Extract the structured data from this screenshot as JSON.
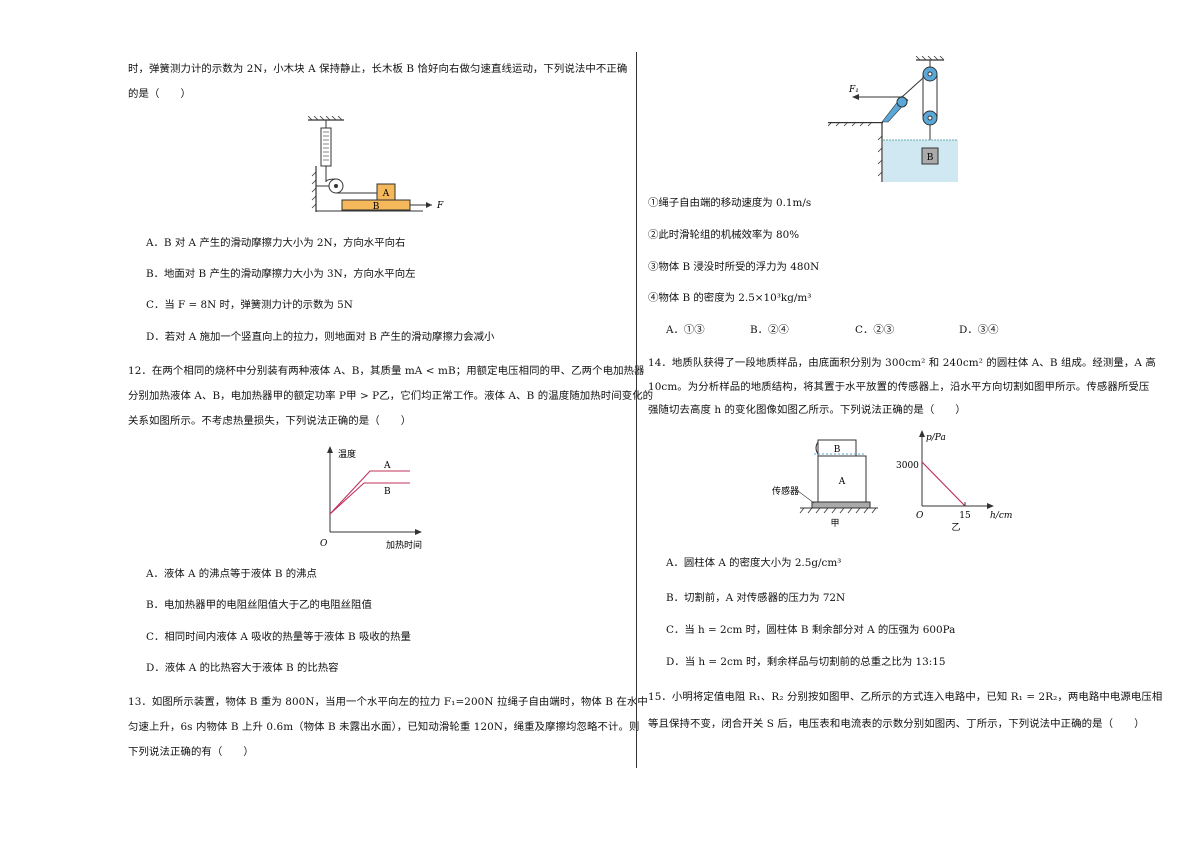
{
  "left": {
    "q11_tail": [
      "时，弹簧测力计的示数为 2N，小木块 A 保持静止，长木板 B 恰好向右做匀速直线运动，下列说法中不正确",
      "的是（　　）"
    ],
    "q11_fig": {
      "label_a": "A",
      "label_b": "B",
      "label_f": "F"
    },
    "q11_options": [
      "A．B 对 A 产生的滑动摩擦力大小为 2N，方向水平向右",
      "B．地面对 B 产生的滑动摩擦力大小为 3N，方向水平向左",
      "C．当 F = 8N 时，弹簧测力计的示数为 5N",
      "D．若对 A 施加一个竖直向上的拉力，则地面对 B 产生的滑动摩擦力会减小"
    ],
    "q12_text": [
      "12．在两个相同的烧杯中分别装有两种液体 A、B，其质量 mA < mB；用额定电压相同的甲、乙两个电加热器",
      "分别加热液体 A、B，电加热器甲的额定功率 P甲 > P乙，它们均正常工作。液体 A、B 的温度随加热时间变化的",
      "关系如图所示。不考虑热量损失，下列说法正确的是（　　）"
    ],
    "q12_fig": {
      "ylabel": "温度",
      "xlabel": "加热时间",
      "origin": "O",
      "line_a": "A",
      "line_b": "B"
    },
    "q12_options": [
      "A．液体 A 的沸点等于液体 B 的沸点",
      "B．电加热器甲的电阻丝阻值大于乙的电阻丝阻值",
      "C．相同时间内液体 A 吸收的热量等于液体 B 吸收的热量",
      "D．液体 A 的比热容大于液体 B 的比热容"
    ],
    "q13_text": [
      "13．如图所示装置，物体 B 重为 800N，当用一个水平向左的拉力 F₁=200N 拉绳子自由端时，物体 B 在水中",
      "匀速上升，6s 内物体 B 上升 0.6m（物体 B 未露出水面），已知动滑轮重 120N，绳重及摩擦均忽略不计。则",
      "下列说法正确的有（　　）"
    ]
  },
  "right": {
    "q13_fig": {
      "label_f": "F₁",
      "label_b": "B"
    },
    "q13_statements": [
      "①绳子自由端的移动速度为 0.1m/s",
      "②此时滑轮组的机械效率为 80%",
      "③物体 B 浸没时所受的浮力为 480N",
      "④物体 B 的密度为 2.5×10³kg/m³"
    ],
    "q13_choices": [
      "A．①③",
      "B．②④",
      "C．②③",
      "D．③④"
    ],
    "q14_text": [
      "14．地质队获得了一段地质样品，由底面积分别为 300cm² 和 240cm² 的圆柱体 A、B 组成。经测量，A 高",
      "10cm。为分析样品的地质结构，将其置于水平放置的传感器上，沿水平方向切割如图甲所示。传感器所受压",
      "强随切去高度 h 的变化图像如图乙所示。下列说法正确的是（　　）"
    ],
    "q14_fig": {
      "label_b": "B",
      "label_a": "A",
      "sensor": "传感器",
      "jia": "甲",
      "yi": "乙",
      "ylabel": "p/Pa",
      "y_value": "3000",
      "origin": "O",
      "x_value": "15",
      "xlabel": "h/cm"
    },
    "q14_options": [
      "A．圆柱体 A 的密度大小为 2.5g/cm³",
      "B．切割前，A 对传感器的压力为 72N",
      "C．当 h = 2cm 时，圆柱体 B 剩余部分对 A 的压强为 600Pa",
      "D．当 h = 2cm 时，剩余样品与切割前的总重之比为 13:15"
    ],
    "q15_text": [
      "15．小明将定值电阻 R₁、R₂ 分别按如图甲、乙所示的方式连入电路中，已知 R₁ = 2R₂，两电路中电源电压相",
      "等且保持不变，闭合开关 S 后，电压表和电流表的示数分别如图丙、丁所示，下列说法中正确的是（　　）"
    ]
  },
  "colors": {
    "block_orange": "#f5b85a",
    "pulley_blue": "#5aa8d8",
    "water_blue": "#cfe8f2",
    "graph_line": "#c0305a"
  }
}
